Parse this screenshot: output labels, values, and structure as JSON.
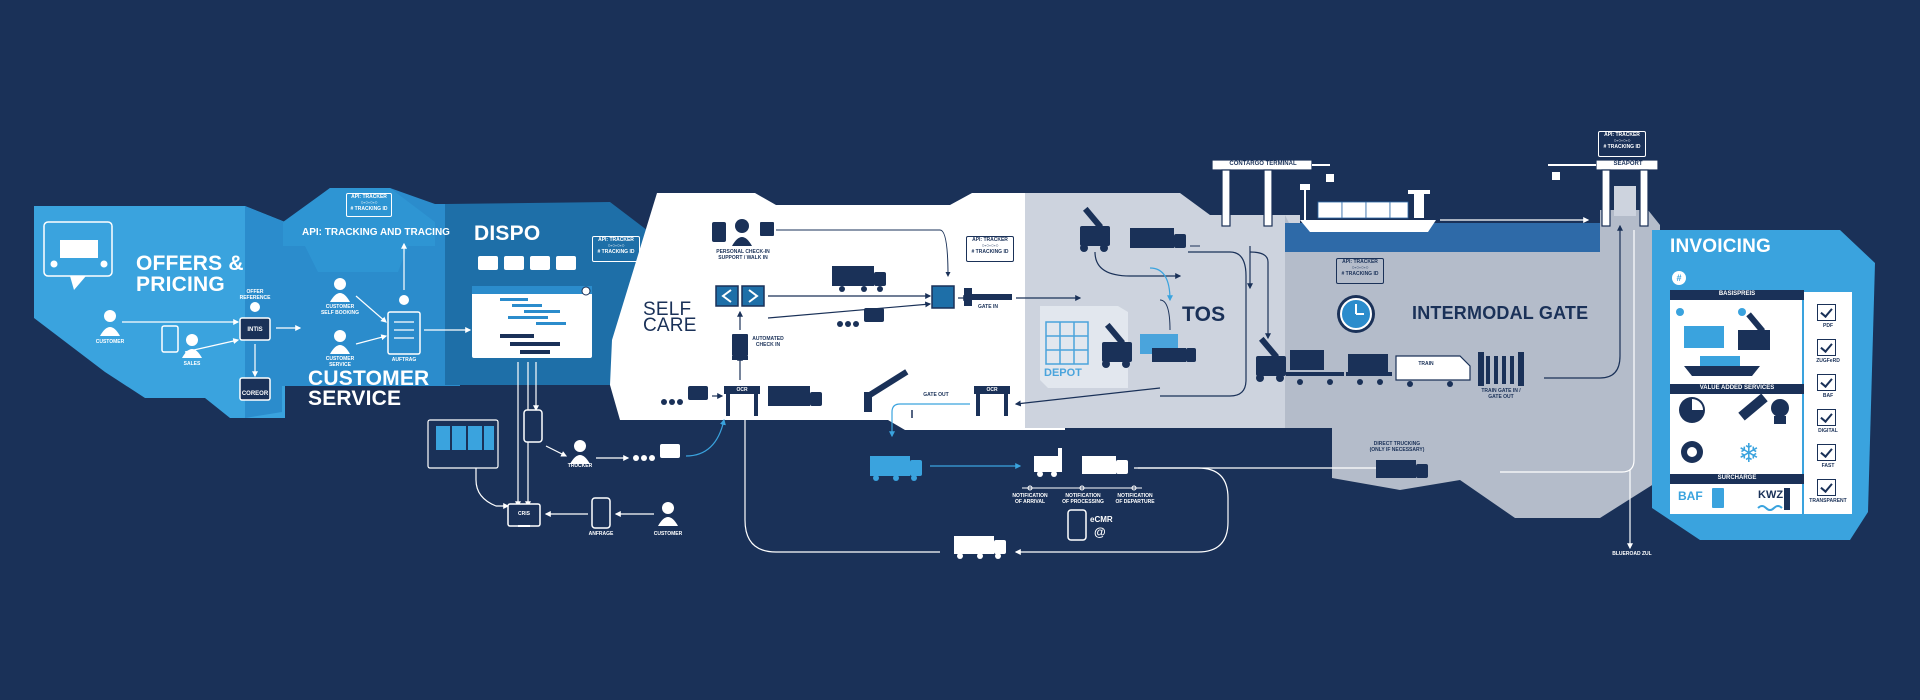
{
  "sections": {
    "offers": "OFFERS &\nPRICING",
    "api_tracking": "API: TRACKING AND TRACING",
    "customer_service": "CUSTOMER\nSERVICE",
    "dispo": "DISPO",
    "self_care": "SELF\nCARE",
    "tos": "TOS",
    "depot": "DEPOT",
    "intermodal_gate": "INTERMODAL GATE",
    "invoicing": "INVOICING"
  },
  "api_tracker": {
    "title": "API: TRACKER",
    "sub": "# TRACKING ID"
  },
  "labels": {
    "customer": "CUSTOMER",
    "sales": "SALES",
    "offer_reference": "OFFER\nREFERENCE",
    "intis": "INTIS",
    "coreor": "COREOR",
    "customer_self_booking": "CUSTOMER\nSELF BOOKING",
    "customer_service_small": "CUSTOMER\nSERVICE",
    "auftrag": "AUFTRAG",
    "personal_check_in": "PERSONAL CHECK-IN\nSUPPORT / WALK IN",
    "automated_check_in": "AUTOMATED\nCHECK IN",
    "ocr": "OCR",
    "gate_in": "GATE IN",
    "gate_out": "GATE OUT",
    "contargo_terminal": "CONTARGO TERMINAL",
    "seaport": "SEAPORT",
    "train": "TRAIN",
    "train_gate": "TRAIN GATE IN /\nGATE OUT",
    "direct_trucking": "DIRECT TRUCKING\n(ONLY IF NECESSARY)",
    "trucker": "TRUCKER",
    "anfrage": "ANFRAGE",
    "customer2": "CUSTOMER",
    "notif_arrival": "NOTIFICATION\nOF ARRIVAL",
    "notif_processing": "NOTIFICATION\nOF PROCESSING",
    "notif_departure": "NOTIFICATION\nOF DEPARTURE",
    "ecmr": "eCMR",
    "blueroad": "BLUEROAD ZUL"
  },
  "invoicing": {
    "basis_header": "BASISPREIS",
    "vas_header": "VALUE ADDED SERVICES",
    "surcharge_header": "SURCHARGE",
    "baf": "BAF",
    "kwz": "KWZ",
    "checks": [
      "PDF",
      "ZUGFeRD",
      "BAF",
      "DIGITAL",
      "FAST",
      "TRANSPARENT"
    ]
  },
  "colors": {
    "background": "#1a3158",
    "offers_blue": "#3aa3de",
    "service_blue": "#2b8ccc",
    "dispo_blue": "#1e6fa8",
    "self_care_white": "#ffffff",
    "tos_grey": "#cdd3de",
    "gate_grey": "#b4bcca",
    "depot_blue": "#4aa4dc"
  }
}
